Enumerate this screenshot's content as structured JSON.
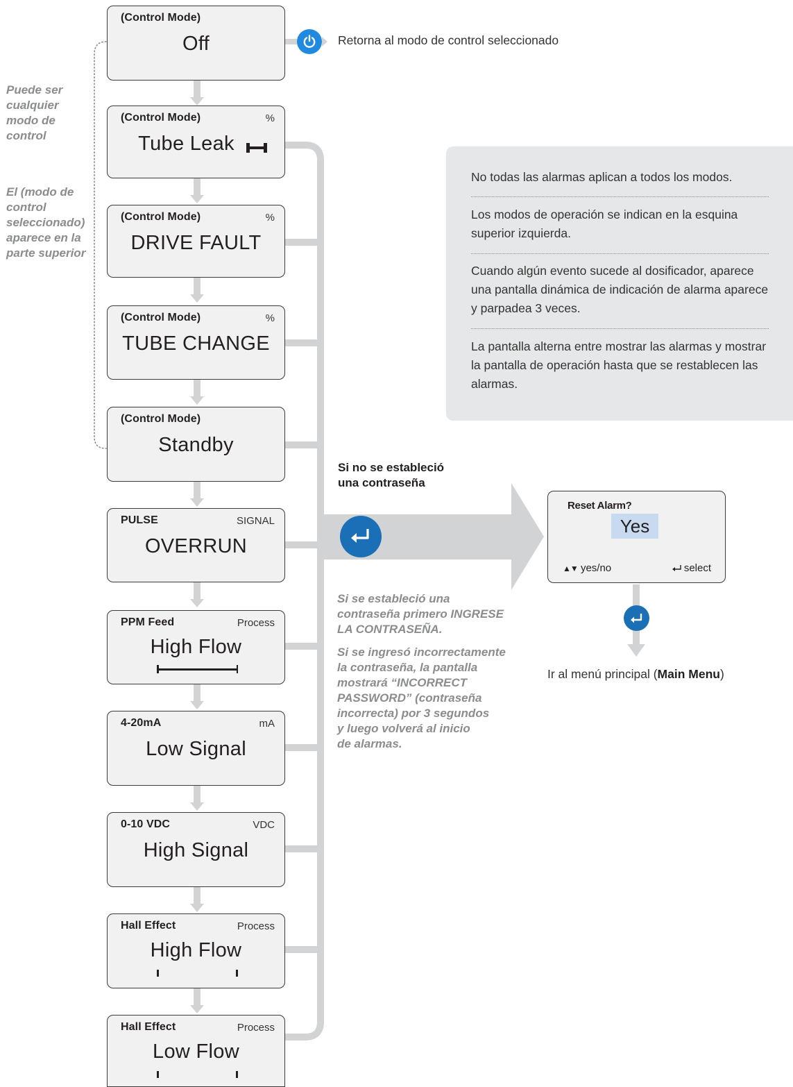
{
  "screens": [
    {
      "mode": "(Control Mode)",
      "unit": "",
      "main": "Off"
    },
    {
      "mode": "(Control Mode)",
      "unit": "%",
      "main": "Tube Leak"
    },
    {
      "mode": "(Control Mode)",
      "unit": "%",
      "main": "DRIVE FAULT"
    },
    {
      "mode": "(Control Mode)",
      "unit": "%",
      "main": "TUBE CHANGE"
    },
    {
      "mode": "(Control Mode)",
      "unit": "",
      "main": "Standby"
    },
    {
      "mode": "PULSE",
      "unit": "SIGNAL",
      "main": "OVERRUN"
    },
    {
      "mode": "PPM Feed",
      "unit": "Process",
      "main": "High Flow"
    },
    {
      "mode": "4-20mA",
      "unit": "mA",
      "main": "Low Signal"
    },
    {
      "mode": "0-10 VDC",
      "unit": "VDC",
      "main": "High Signal"
    },
    {
      "mode": "Hall Effect",
      "unit": "Process",
      "main": "High Flow"
    },
    {
      "mode": "Hall Effect",
      "unit": "Process",
      "main": "Low Flow"
    }
  ],
  "power_note": "Retorna al modo de control seleccionado",
  "left_notes": {
    "note1": [
      "Puede ser",
      "cualquier",
      "modo de",
      "control"
    ],
    "note2": [
      "El (modo de",
      "control",
      "seleccionado)",
      "aparece en la",
      "parte superior"
    ]
  },
  "info_box": [
    "No todas las alarmas aplican a todos los modos.",
    "Los modos de operación se indican en la esquina superior izquierda.",
    "Cuando algún evento sucede al dosificador, aparece una pantalla dinámica de indicación de alarma aparece y parpadea 3 veces.",
    "La pantalla alterna entre mostrar las alarmas y mostrar la pantalla de operación hasta que se restablecen las alarmas."
  ],
  "no_password_label": [
    "Si no se estableció",
    "una contraseña"
  ],
  "password_notes": {
    "note1": [
      "Si se estableció una",
      "contraseña primero INGRESE",
      "LA CONTRASEÑA."
    ],
    "note2": [
      "Si se ingresó incorrectamente",
      "la contraseña, la pantalla",
      "mostrará “INCORRECT",
      "PASSWORD” (contraseña",
      "incorrecta) por 3 segundos",
      "y luego volverá al inicio",
      "de alarmas."
    ]
  },
  "reset_screen": {
    "title": "Reset Alarm?",
    "value": "Yes",
    "left_hint": "yes/no",
    "right_hint": "select",
    "arrows": "▲▼"
  },
  "main_menu_note": {
    "prefix": "Ir al menú principal (",
    "bold": "Main Menu",
    "suffix": ")"
  },
  "icons": {
    "power": "power-icon",
    "enter": "enter-icon",
    "wrench": "tube-leak-icon"
  },
  "colors": {
    "accent_blue": "#1a6fb6",
    "connector_gray": "#d1d3d4",
    "screen_bg": "#f1f1f2",
    "info_bg": "#e6e7e8",
    "note_gray": "#8a8c8e",
    "highlight": "#c7daf0"
  }
}
